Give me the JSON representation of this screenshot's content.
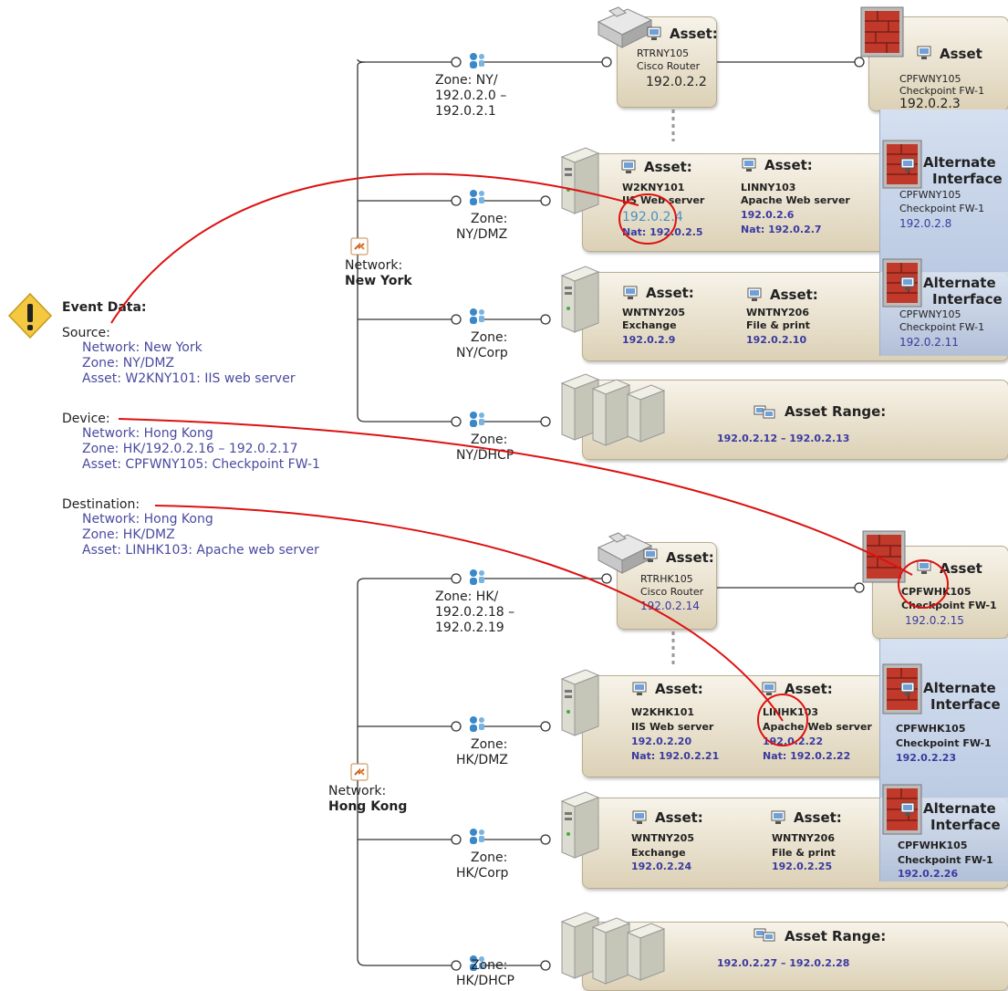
{
  "event": {
    "title": "Event Data:",
    "source_label": "Source:",
    "source_lines": [
      "Network: New York",
      "Zone: NY/DMZ",
      "Asset: W2KNY101: IIS web server"
    ],
    "device_label": "Device:",
    "device_lines": [
      "Network: Hong Kong",
      "Zone: HK/192.0.2.16 – 192.0.2.17",
      "Asset: CPFWNY105: Checkpoint FW-1"
    ],
    "dest_label": "Destination:",
    "dest_lines": [
      "Network: Hong Kong",
      "Zone: HK/DMZ",
      "Asset: LINHK103: Apache web server"
    ]
  },
  "networks": {
    "ny": {
      "label": "Network:",
      "name": "New York"
    },
    "hk": {
      "label": "Network:",
      "name": "Hong Kong"
    }
  },
  "zones": {
    "ny_router": [
      "Zone: NY/",
      "192.0.2.0 –",
      "192.0.2.1"
    ],
    "ny_dmz": [
      "Zone:",
      "NY/DMZ"
    ],
    "ny_corp": [
      "Zone:",
      "NY/Corp"
    ],
    "ny_dhcp": [
      "Zone:",
      "NY/DHCP"
    ],
    "hk_router": [
      "Zone: HK/",
      "192.0.2.18 –",
      "192.0.2.19"
    ],
    "hk_dmz": [
      "Zone:",
      "HK/DMZ"
    ],
    "hk_corp": [
      "Zone:",
      "HK/Corp"
    ],
    "hk_dhcp": [
      "Zone:",
      "HK/DHCP"
    ]
  },
  "ny": {
    "router": {
      "title": "Asset:",
      "name": "RTRNY105",
      "desc": "Cisco Router",
      "ip": "192.0.2.2"
    },
    "firewall": {
      "title": "Asset",
      "name": "CPFWNY105",
      "desc": "Checkpoint FW-1",
      "ip": "192.0.2.3"
    },
    "dmz": {
      "a1": {
        "title": "Asset:",
        "name": "W2KNY101",
        "desc": "IIS Web server",
        "ip": "192.0.2.4",
        "nat": "Nat: 192.0.2.5"
      },
      "a2": {
        "title": "Asset:",
        "name": "LINNY103",
        "desc": "Apache Web server",
        "ip": "192.0.2.6",
        "nat": "Nat: 192.0.2.7"
      },
      "alt": {
        "title1": "Alternate",
        "title2": "Interface",
        "name": "CPFWNY105",
        "desc": "Checkpoint FW-1",
        "ip": "192.0.2.8"
      }
    },
    "corp": {
      "a1": {
        "title": "Asset:",
        "name": "WNTNY205",
        "desc": "Exchange",
        "ip": "192.0.2.9"
      },
      "a2": {
        "title": "Asset:",
        "name": "WNTNY206",
        "desc": "File & print",
        "ip": "192.0.2.10"
      },
      "alt": {
        "title1": "Alternate",
        "title2": "Interface",
        "name": "CPFWNY105",
        "desc": "Checkpoint FW-1",
        "ip": "192.0.2.11"
      }
    },
    "dhcp": {
      "title": "Asset Range:",
      "range": "192.0.2.12 – 192.0.2.13"
    }
  },
  "hk": {
    "router": {
      "title": "Asset:",
      "name": "RTRHK105",
      "desc": "Cisco Router",
      "ip": "192.0.2.14"
    },
    "firewall": {
      "title": "Asset",
      "name": "CPFWHK105",
      "desc": "Checkpoint FW-1",
      "ip": "192.0.2.15"
    },
    "dmz": {
      "a1": {
        "title": "Asset:",
        "name": "W2KHK101",
        "desc": "IIS Web server",
        "ip": "192.0.2.20",
        "nat": "Nat: 192.0.2.21"
      },
      "a2": {
        "title": "Asset:",
        "name": "LINHK103",
        "desc": "Apache Web server",
        "ip": "192.0.2.22",
        "nat": "Nat: 192.0.2.22"
      },
      "alt": {
        "title1": "Alternate",
        "title2": "Interface",
        "name": "CPFWHK105",
        "desc": "Checkpoint FW-1",
        "ip": "192.0.2.23"
      }
    },
    "corp": {
      "a1": {
        "title": "Asset:",
        "name": "WNTNY205",
        "desc": "Exchange",
        "ip": "192.0.2.24"
      },
      "a2": {
        "title": "Asset:",
        "name": "WNTNY206",
        "desc": "File & print",
        "ip": "192.0.2.25"
      },
      "alt": {
        "title1": "Alternate",
        "title2": "Interface",
        "name": "CPFWHK105",
        "desc": "Checkpoint FW-1",
        "ip": "192.0.2.26"
      }
    },
    "dhcp": {
      "title": "Asset Range:",
      "range": "192.0.2.27 – 192.0.2.28"
    }
  },
  "colors": {
    "link_line": "#dd1111",
    "ip_blue": "#3a3aa0",
    "box_fill": "#e9e2cf",
    "alt_fill": "#b9c8e2"
  }
}
